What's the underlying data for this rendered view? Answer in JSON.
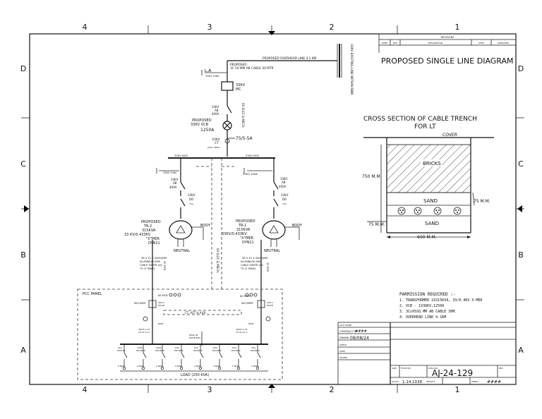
{
  "border": {
    "columns_top": [
      "4",
      "3",
      "2",
      "1"
    ],
    "columns_bottom": [
      "4",
      "3",
      "2",
      "1"
    ],
    "rows_left": [
      "D",
      "C",
      "B",
      "A"
    ],
    "rows_right": [
      "D",
      "C",
      "B",
      "A"
    ]
  },
  "title": "PROPOSED SINGLE LINE DIAGRAM",
  "revisions": {
    "heading": "REVISIONS",
    "columns": [
      "ZONE",
      "REV",
      "DESCRIPTION",
      "DATE",
      "APPROVED"
    ]
  },
  "existing_line": "33KV EXISTING LINE WITHIN RBW",
  "single_line": {
    "overhead_line": "PROPOSED OVERHEAD LINE 4.1 KM",
    "ab_cable": [
      "PROPOSED",
      "3C 50 MM AB CABLE 30 MTR"
    ],
    "la": [
      "L.A",
      "33KV 10KA"
    ],
    "mc": [
      "33KV",
      "MC"
    ],
    "ab_switch": [
      "33KV",
      "AB",
      "400A"
    ],
    "vcb": [
      "PROPOSED",
      "33KV VCB",
      "1250A"
    ],
    "ct": [
      "33KV",
      "CT",
      "(5VA, 5P20)"
    ],
    "ct_ratio": "75/5-5A",
    "earth_mark": "6X ELEC & MECH.",
    "bus_left": "33KV BUS",
    "bus_right": "33KV BUS",
    "la_left": "33KV 10KA",
    "la_right": "33KV 10KA",
    "ab_left": [
      "33KV",
      "AB",
      "400A"
    ],
    "ab_right": [
      "33KV",
      "AB",
      "400A"
    ],
    "do_left": [
      "33KV",
      "DO",
      "15A"
    ],
    "do_right": [
      "33KV",
      "DO",
      "15A"
    ],
    "tr2": [
      "PROPOSED",
      "TR-2",
      "315KVA",
      "33 KV/0.433KV",
      "\"X\"MER",
      "DYN11"
    ],
    "tr1": [
      "PROPOSED",
      "TR-1",
      "315KVA",
      "33KV/0.433KV",
      "\"X\"MER",
      "DYN11"
    ],
    "body": "BODY",
    "neutral": "NEUTRAL",
    "cable_left": [
      "3R X 3C X 300SQMM",
      "ALUMINIUM ARM",
      "CABLE 50MTR U/G",
      "TO LT PANEL"
    ],
    "cable_right": [
      "3R X 3C X 300SQMM",
      "ALUMINIUM ARM",
      "CABLE 50MTR U/G",
      "TO LT PANEL"
    ],
    "cable_len_left": "50 MTR",
    "cable_len_right": "50 MTR",
    "earth_mark_lt": "6X ELEC & MECH."
  },
  "pcc": {
    "label": "PCC PANEL",
    "incomer_left": "INCOMER",
    "incomer_right": "INCOMER",
    "mccb_top_left": "6A MCB",
    "mccb_top_right": "6A MCB",
    "mccb_left": [
      "400 A",
      "MCCB"
    ],
    "mccb_right": [
      "400 A",
      "MCCB"
    ],
    "meter_left": "IMTR",
    "meter_right": "IMTR",
    "ct_left": [
      "300/5 A CT",
      "15 VA CL.1"
    ],
    "ct_right": [
      "300/5 A CT",
      "15 VA CL.1"
    ],
    "coupler": "CT, AFT & AUX.",
    "bus_coupler": [
      "800A 4P",
      "MCCB BUS"
    ],
    "feeders": [
      {
        "rating": "32A",
        "type": "MCB SP"
      },
      {
        "rating": "100A",
        "type": "MCCB4P"
      },
      {
        "rating": "400A",
        "type": "MCCB4P"
      },
      {
        "rating": "63A",
        "type": "MCCB4P"
      },
      {
        "rating": "63A",
        "type": "MCCB4P"
      },
      {
        "rating": "63A",
        "type": "MCCB4P"
      },
      {
        "rating": "63A",
        "type": "MCCB4P"
      },
      {
        "rating": "32A",
        "type": "MCCB4P"
      }
    ],
    "feeder_counts": [
      "4 NOS.",
      "2 NOS.",
      "2 NOS.",
      "2 NOS.",
      "2 NOS.",
      "2 NOS.",
      "2 NOS.",
      "2 NOS."
    ],
    "load": "LOAD (250 KVA)"
  },
  "trench": {
    "title": [
      "CROSS SECTION OF CABLE TRENCH",
      "FOR LT"
    ],
    "cover": "COVER",
    "bricks": "BRICKS",
    "sand_top": "SAND",
    "sand_bottom": "SAND",
    "depth_total": "750 M.M.",
    "depth_sand": "75 M.M.",
    "depth_bottom": "75 M.M.",
    "width": "600 M.M."
  },
  "permission": {
    "heading": "PARMISSION REQUIRED :-",
    "items": [
      "1.   TRANSFORMER 2X315KVA, 33/0.4KV X-MER",
      "2.   VCB - 1X36KV,1250A",
      "3.   3Cx95SQ MM AB CABLE 30M.",
      "4.   OVERHEAD LINE 4.1KM"
    ]
  },
  "titleblock": {
    "rows": [
      {
        "label": "PLOT NAME",
        "value": ""
      },
      {
        "label": "CONTRACT NO",
        "value": "####"
      },
      {
        "label": "DRAWN",
        "value": "08/08/24"
      },
      {
        "label": "CHECK",
        "value": ""
      },
      {
        "label": "APPR.",
        "value": ""
      },
      {
        "label": "ISSUED",
        "value": ""
      }
    ],
    "size_label": "SIZE",
    "fscm_label": "FSCM NO",
    "dwg_label": "DWG NO",
    "rev_label": "REV",
    "drawing_no": "AJ-24-129",
    "scale_label": "SCALE",
    "scale": "1:14.1038",
    "weight_label": "WEIGHT",
    "sheet_label": "SHEET",
    "sheet": "####"
  }
}
